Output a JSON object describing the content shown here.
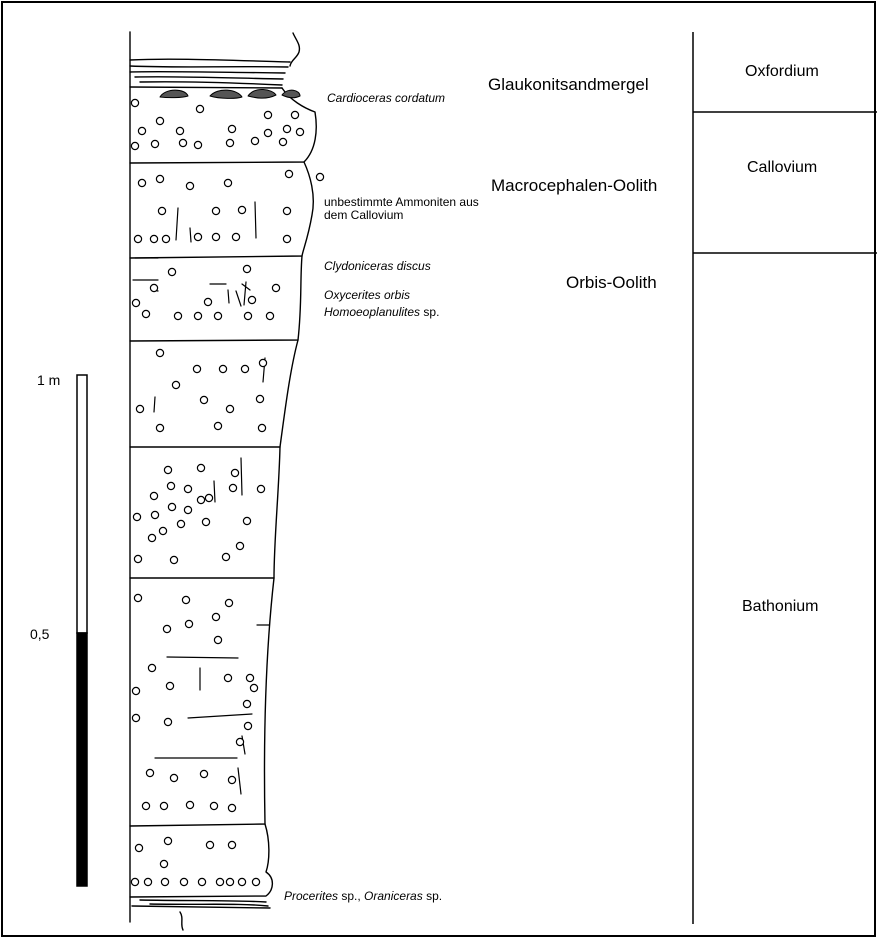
{
  "scale": {
    "top_label": "1 m",
    "mid_label": "0,5"
  },
  "units": [
    {
      "name": "Glaukonitsandmergel"
    },
    {
      "name": "Macrocephalen-Oolith"
    },
    {
      "name": "Orbis-Oolith"
    }
  ],
  "fossils": {
    "cardioceras": "Cardioceras cordatum",
    "unbestimmte_line1": "unbestimmte Ammoniten aus",
    "unbestimmte_line2": "dem Callovium",
    "clydoniceras": "Clydoniceras discus",
    "oxycerites": "Oxycerites orbis",
    "homoeoplanulites_genus": "Homoeoplanulites",
    "homoeoplanulites_sp": " sp.",
    "procerites_genus": "Procerites",
    "procerites_sp": " sp., ",
    "oraniceras_genus": "Oraniceras",
    "oraniceras_sp": " sp."
  },
  "stages": [
    {
      "name": "Oxfordium"
    },
    {
      "name": "Callovium"
    },
    {
      "name": "Bathonium"
    }
  ]
}
